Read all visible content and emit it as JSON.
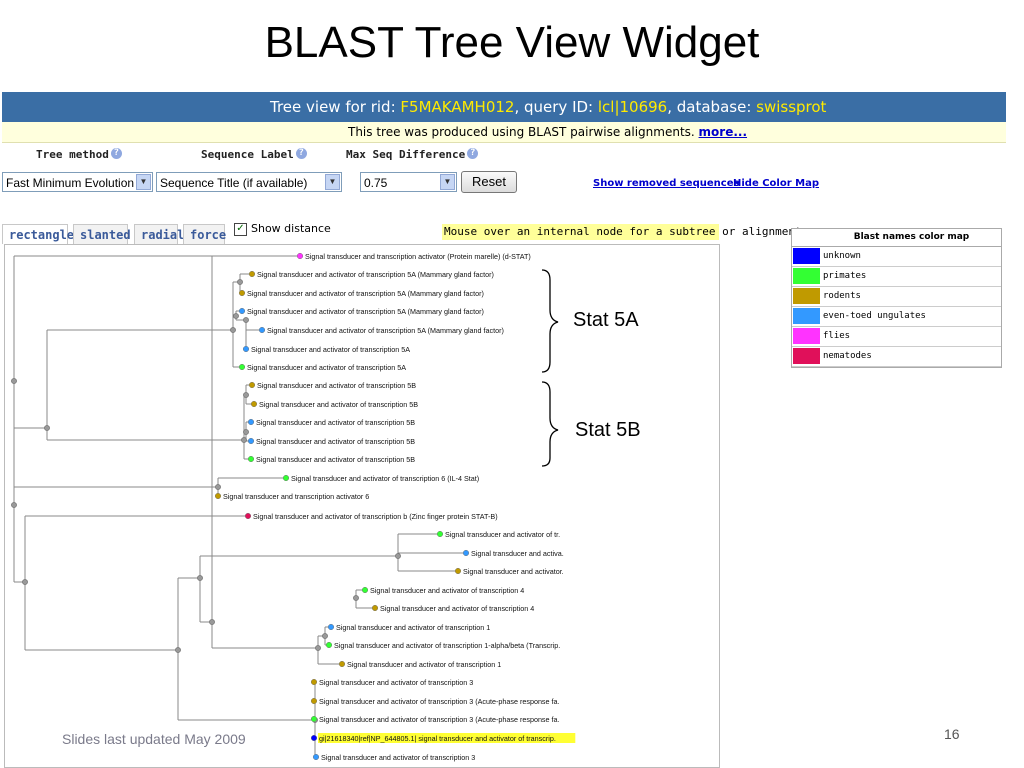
{
  "slide": {
    "title": "BLAST Tree View Widget",
    "footer": "Slides last updated May 2009",
    "number": "16"
  },
  "header": {
    "prefix": "Tree view for rid: ",
    "rid": "F5MAKAMH012",
    "query_prefix": ", query ID: ",
    "query_id": "lcl|10696",
    "db_prefix": ", database: ",
    "database": "swissprot"
  },
  "subheader": {
    "text": "This tree was produced using BLAST pairwise alignments.",
    "more_link": "more..."
  },
  "controls": {
    "tree_method_label": "Tree method",
    "sequence_label_label": "Sequence Label",
    "max_seq_diff_label": "Max Seq Difference",
    "tree_method_value": "Fast Minimum Evolution",
    "sequence_label_value": "Sequence Title (if available)",
    "max_seq_diff_value": "0.75",
    "reset_label": "Reset",
    "show_removed_link": "Show removed sequences",
    "hide_color_map_link": "Hide Color Map",
    "help_glyph": "?"
  },
  "tabs": [
    "rectangle",
    "slanted",
    "radial",
    "force"
  ],
  "show_distance": {
    "label": "Show distance",
    "checked": true
  },
  "hint": "Mouse over an internal node for a subtree or alignment",
  "color_map": {
    "title": "Blast names color map",
    "entries": [
      {
        "label": "unknown",
        "color": "#0000ff"
      },
      {
        "label": "primates",
        "color": "#33ff33"
      },
      {
        "label": "rodents",
        "color": "#c09a00"
      },
      {
        "label": "even-toed ungulates",
        "color": "#3399ff"
      },
      {
        "label": "flies",
        "color": "#ff33ff"
      },
      {
        "label": "nematodes",
        "color": "#e0105a"
      }
    ]
  },
  "annotations": {
    "stat5a": "Stat 5A",
    "stat5b": "Stat 5B"
  },
  "tree": {
    "leaves": [
      {
        "label": "Signal transducer and transcription activator (Protein marelle) (d-STAT)",
        "group": "flies"
      },
      {
        "label": "Signal transducer and activator of transcription 5A (Mammary gland factor)",
        "group": "rodents"
      },
      {
        "label": "Signal transducer and activator of transcription 5A (Mammary gland factor)",
        "group": "rodents"
      },
      {
        "label": "Signal transducer and activator of transcription 5A (Mammary gland factor)",
        "group": "even-toed ungulates"
      },
      {
        "label": "Signal transducer and activator of transcription 5A (Mammary gland factor)",
        "group": "even-toed ungulates"
      },
      {
        "label": "Signal transducer and activator of transcription 5A",
        "group": "even-toed ungulates"
      },
      {
        "label": "Signal transducer and activator of transcription 5A",
        "group": "primates"
      },
      {
        "label": "Signal transducer and activator of transcription 5B",
        "group": "rodents"
      },
      {
        "label": "Signal transducer and activator of transcription 5B",
        "group": "rodents"
      },
      {
        "label": "Signal transducer and activator of transcription 5B",
        "group": "even-toed ungulates"
      },
      {
        "label": "Signal transducer and activator of transcription 5B",
        "group": "even-toed ungulates"
      },
      {
        "label": "Signal transducer and activator of transcription 5B",
        "group": "primates"
      },
      {
        "label": "Signal transducer and activator of transcription 6 (IL-4 Stat)",
        "group": "primates"
      },
      {
        "label": "Signal transducer and transcription activator 6",
        "group": "rodents"
      },
      {
        "label": "Signal transducer and activator of transcription b (Zinc finger protein STAT-B)",
        "group": "nematodes"
      },
      {
        "label": "Signal transducer and activator of tr.",
        "group": "primates"
      },
      {
        "label": "Signal transducer and activa.",
        "group": "even-toed ungulates"
      },
      {
        "label": "Signal transducer and activator.",
        "group": "rodents"
      },
      {
        "label": "Signal transducer and activator of transcription 4",
        "group": "primates"
      },
      {
        "label": "Signal transducer and activator of transcription 4",
        "group": "rodents"
      },
      {
        "label": "Signal transducer and activator of transcription 1",
        "group": "even-toed ungulates"
      },
      {
        "label": "Signal transducer and activator of transcription 1-alpha/beta (Transcrip.",
        "group": "primates"
      },
      {
        "label": "Signal transducer and activator of transcription 1",
        "group": "rodents"
      },
      {
        "label": "Signal transducer and activator of transcription 3",
        "group": "rodents"
      },
      {
        "label": "Signal transducer and activator of transcription 3 (Acute-phase response fa.",
        "group": "rodents"
      },
      {
        "label": "Signal transducer and activator of transcription 3 (Acute-phase response fa.",
        "group": "primates"
      },
      {
        "label": "gi|21618340|ref|NP_644805.1| signal transducer and activator of transcrip.",
        "group": "query",
        "highlight": true
      },
      {
        "label": "Signal transducer and activator of transcription 3",
        "group": "even-toed ungulates"
      }
    ]
  }
}
